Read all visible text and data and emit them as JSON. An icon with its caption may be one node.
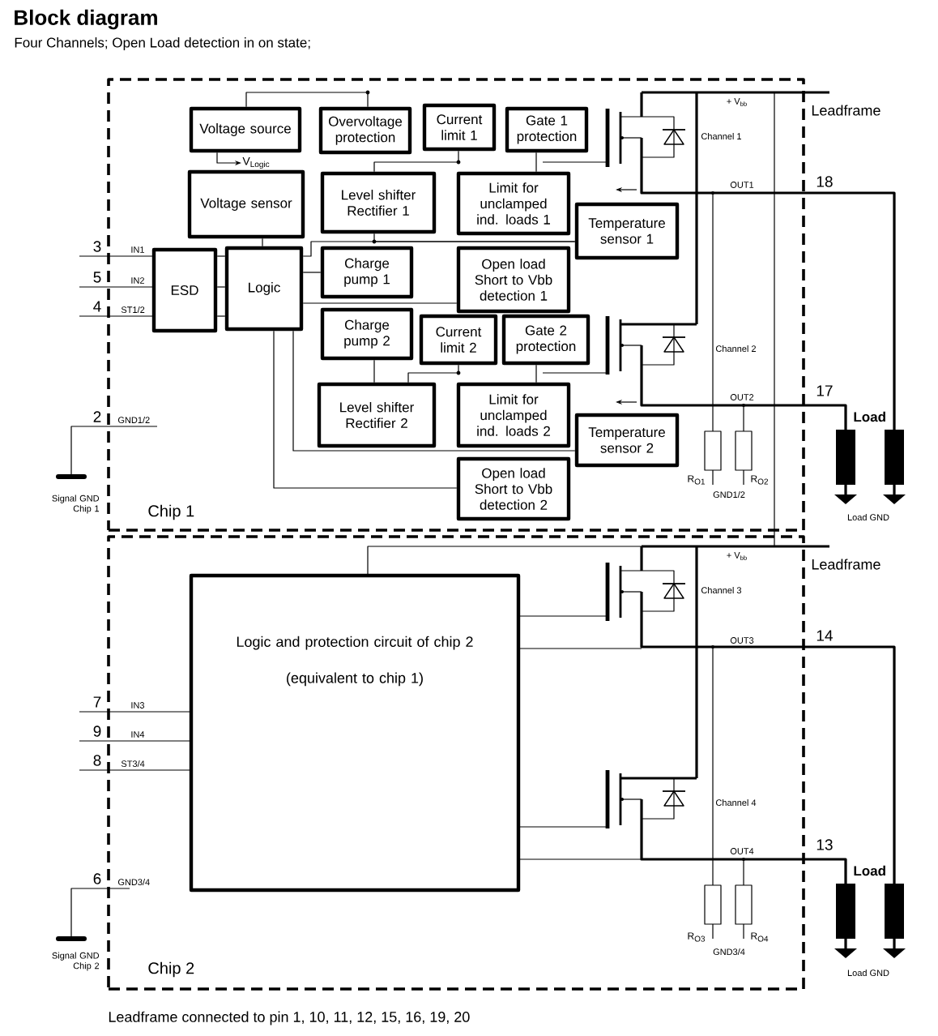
{
  "diagram": {
    "title": "Block diagram",
    "nodes": [
      {
        "text": [
          "Chip 1"
        ]
      },
      {
        "text": [
          "Voltage source"
        ],
        "in": 0
      },
      {
        "text": [
          "Overvoltage protection"
        ],
        "in": 0
      },
      {
        "text": [
          "Current limit 1"
        ],
        "in": 0
      },
      {
        "text": [
          "Gate 1 protection"
        ],
        "in": 0
      },
      {
        "text": [
          "Voltage sensor"
        ],
        "in": 0
      },
      {
        "text": [
          "Level shifter Rectifier 1"
        ],
        "in": 0
      },
      {
        "text": [
          "Limit for unclamped ind. loads 1"
        ],
        "in": 0
      },
      {
        "text": [
          "Temperature sensor 1"
        ],
        "in": 0
      },
      {
        "text": [
          "ESD"
        ],
        "in": 0
      },
      {
        "text": [
          "Logic"
        ],
        "in": 0
      },
      {
        "text": [
          "Charge pump 1"
        ],
        "in": 0
      },
      {
        "text": [
          "Open load Short to Vbb detection 1"
        ],
        "in": 0
      },
      {
        "text": [
          "Charge pump 2"
        ],
        "in": 0
      },
      {
        "text": [
          "Current limit 2"
        ],
        "in": 0
      },
      {
        "text": [
          "Gate 2 protection"
        ],
        "in": 0
      },
      {
        "text": [
          "Level shifter Rectifier 2"
        ],
        "in": 0
      },
      {
        "text": [
          "Limit for unclamped ind. loads 2"
        ],
        "in": 0
      },
      {
        "text": [
          "Temperature sensor 2"
        ],
        "in": 0
      },
      {
        "text": [
          "Open load Short to Vbb detection 2"
        ],
        "in": 0
      },
      {
        "text": [
          "Chip 2"
        ]
      },
      {
        "text": [
          "Logic and protection circuit of chip 2",
          "(equivalent to chip 1)"
        ],
        "in": 20
      },
      {
        "text": [
          "V$_{Logic}$"
        ],
        "in": 0
      }
    ],
    "edges": [
      {
        "from": 9,
        "to": 10,
        "arrow": "none"
      },
      {
        "from": 9,
        "to": 10,
        "arrow": "none"
      },
      {
        "from": 9,
        "to": 10,
        "arrow": "none"
      },
      {
        "from": 5,
        "to": 10,
        "arrow": "none"
      },
      {
        "from": 10,
        "to": 11,
        "arrow": "none"
      },
      {
        "from": 13,
        "to": 16,
        "arrow": "none"
      },
      {
        "from": 10,
        "to": 19,
        "arrow": "none"
      },
      {
        "from": 4,
        "to": 7,
        "arrow": "none"
      },
      {
        "from": 15,
        "to": 17,
        "arrow": "none"
      },
      {
        "from": 1,
        "to": 22,
        "arrow": "to"
      },
      {
        "from": 10,
        "to": 12,
        "arrow": "none"
      },
      {
        "from": 10,
        "to": 18,
        "arrow": "none"
      },
      {
        "from": 10,
        "to": 8,
        "arrow": "none"
      },
      {
        "from": 6,
        "to": 8,
        "arrow": "none"
      },
      {
        "from": 6,
        "to": 3,
        "arrow": "none"
      },
      {
        "from": 16,
        "to": 14,
        "arrow": "none"
      },
      {
        "from": 1,
        "to": 2,
        "arrow": "none"
      }
    ],
    "labels": [
      "Four Channels; Open Load detection in on state;",
      "+ V$_{bb}$",
      "Leadframe",
      "Channel 1",
      "OUT1",
      "18",
      "3",
      "IN1",
      "5",
      "IN2",
      "4",
      "ST1/2",
      "Channel 2",
      "OUT2",
      "17",
      "Load",
      "2",
      "GND1/2",
      "R$_{O1}$",
      "R$_{O2}$",
      "GND1/2",
      "Signal GND Chip 1",
      "Load GND",
      "+ V$_{bb}$",
      "Leadframe",
      "Channel 3",
      "OUT3",
      "14",
      "7",
      "IN3",
      "9",
      "IN4",
      "8",
      "ST3/4",
      "Channel 4",
      "OUT4",
      "13",
      "Load",
      "6",
      "GND3/4",
      "R$_{O3}$",
      "R$_{O4}$",
      "GND3/4",
      "Signal GND Chip 2",
      "Load GND",
      "Leadframe connected to pin 1, 10, 11, 12, 15, 16, 19, 20"
    ]
  }
}
